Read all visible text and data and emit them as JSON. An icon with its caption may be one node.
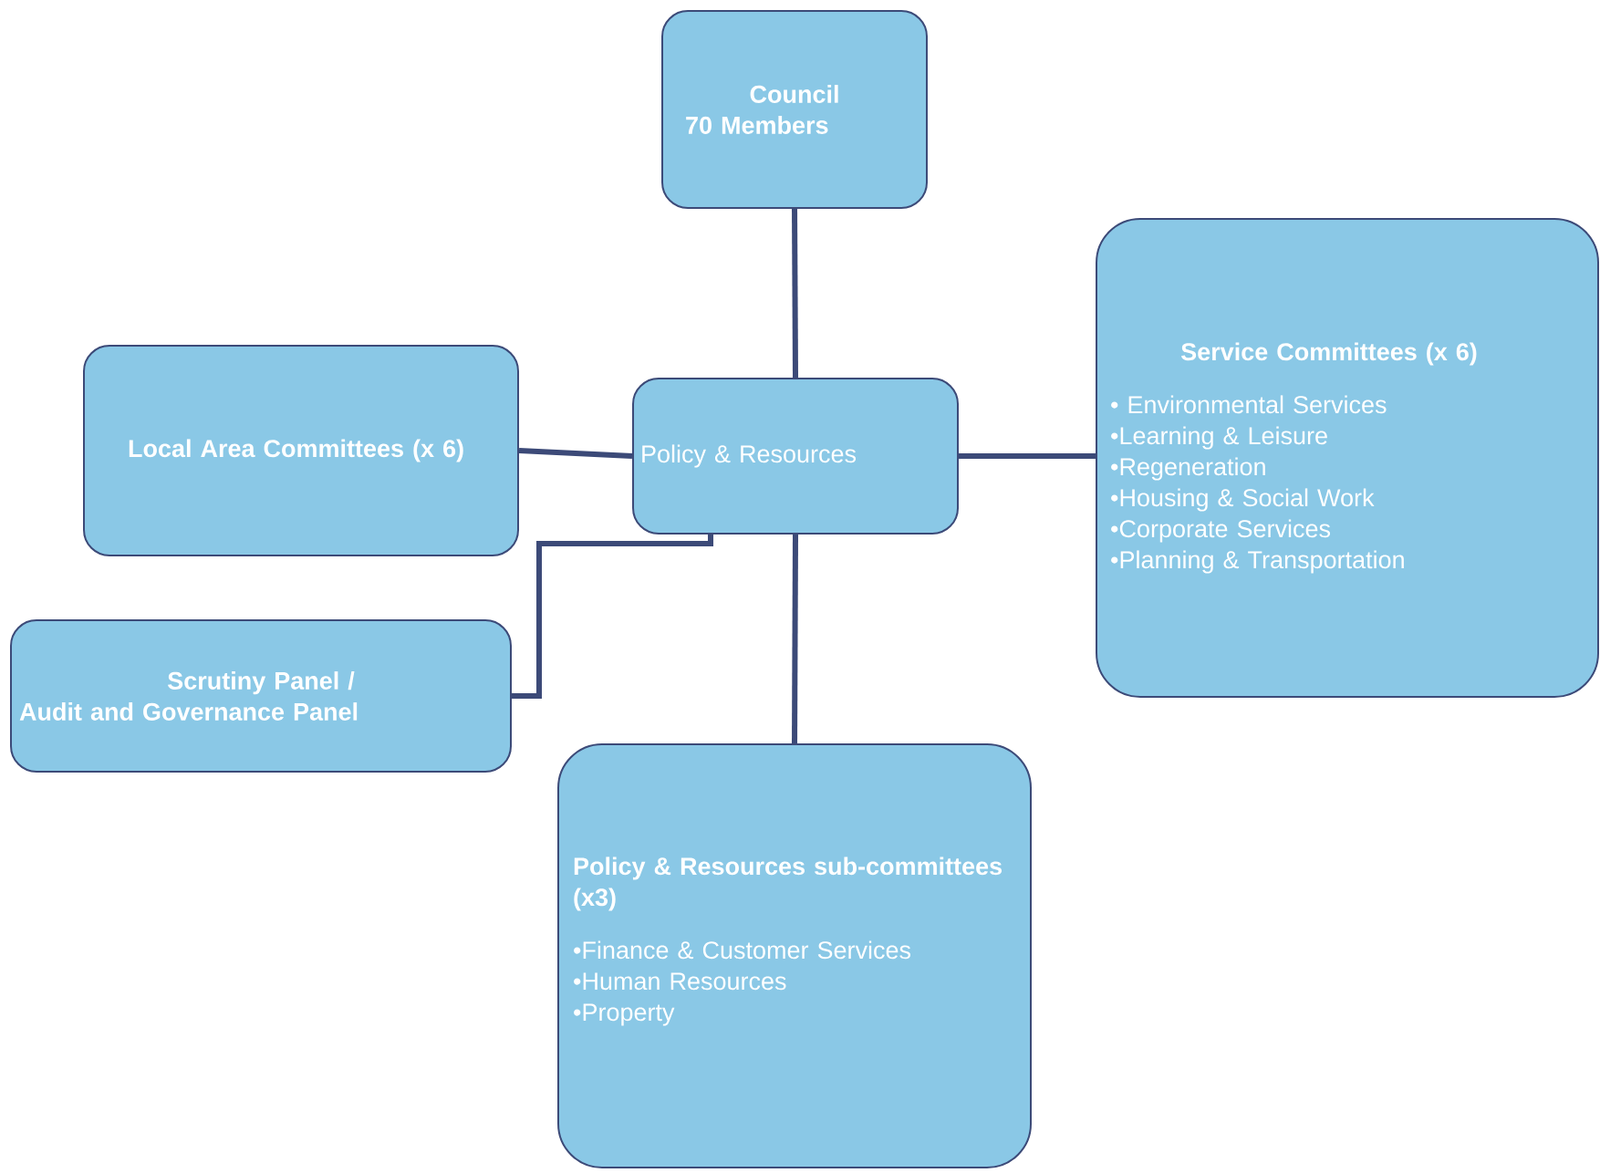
{
  "diagram": {
    "nodes": [
      {
        "text": [
          "Council",
          "70 Members"
        ]
      },
      {
        "text": [
          "Policy & Resources"
        ]
      },
      {
        "text": [
          "Local Area Committees (x 6)"
        ]
      },
      {
        "text": [
          "Service Committees (x 6)",
          "• Environmental Services",
          "•Learning & Leisure",
          "•Regeneration",
          "•Housing & Social Work",
          "•Corporate Services",
          "•Planning & Transportation"
        ]
      },
      {
        "text": [
          "Scrutiny Panel /",
          "Audit and Governance Panel"
        ]
      },
      {
        "text": [
          "Policy & Resources sub-committees (x3)",
          "•Finance & Customer Services",
          "•Human Resources",
          "•Property"
        ]
      }
    ],
    "edges": [
      {
        "from": 0,
        "to": 1,
        "arrow": "none"
      },
      {
        "from": 1,
        "to": 2,
        "arrow": "none"
      },
      {
        "from": 1,
        "to": 3,
        "arrow": "none"
      },
      {
        "from": 4,
        "to": 1,
        "arrow": "none"
      },
      {
        "from": 1,
        "to": 5,
        "arrow": "none"
      }
    ]
  }
}
